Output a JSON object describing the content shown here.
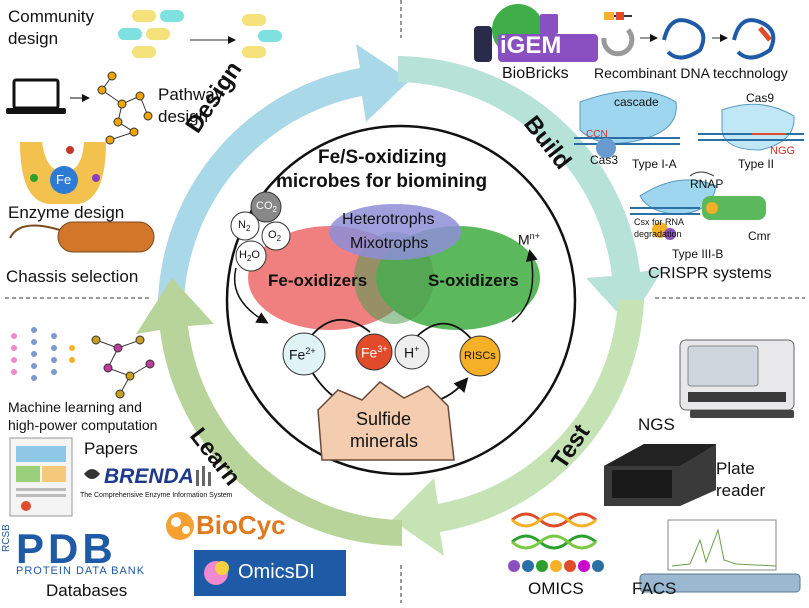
{
  "phases": {
    "design": "Design",
    "build": "Build",
    "test": "Test",
    "learn": "Learn"
  },
  "center": {
    "title_line1": "Fe/S-oxidizing",
    "title_line2": "microbes for biomining",
    "heterotrophs": "Heterotrophs",
    "mixotrophs": "Mixotrophs",
    "fe_oxidizers": "Fe-oxidizers",
    "s_oxidizers": "S-oxidizers",
    "co2": "CO",
    "co2_sub": "2",
    "n2": "N",
    "n2_sub": "2",
    "o2": "O",
    "o2_sub": "2",
    "h2o": "H",
    "h2o_sub": "2",
    "h2o_tail": "O",
    "mn": "M",
    "mn_sup": "n+",
    "fe2": "Fe",
    "fe2_sup": "2+",
    "fe3": "Fe",
    "fe3_sup": "3+",
    "h": "H",
    "h_sup": "+",
    "riscs": "RISCs",
    "sulfide_line1": "Sulfide",
    "sulfide_line2": "minerals"
  },
  "design": {
    "community_line1": "Community",
    "community_line2": "design",
    "pathway_line1": "Pathway",
    "pathway_line2": "design",
    "fe_label": "Fe",
    "enzyme": "Enzyme design",
    "chassis": "Chassis selection"
  },
  "build": {
    "igem": "iGEM",
    "biobricks": "BioBricks",
    "recombinant": "Recombinant DNA tecchnology",
    "cascade": "cascade",
    "ccn": "CCN",
    "cas3": "Cas3",
    "type1a": "Type I-A",
    "cas9": "Cas9",
    "ngg": "NGG",
    "type2": "Type II",
    "rnap": "RNAP",
    "csx_line1": "Csx for RNA",
    "csx_line2": "degradation",
    "cmr": "Cmr",
    "type3b": "Type III-B",
    "crispr": "CRISPR systems"
  },
  "test": {
    "ngs": "NGS",
    "plate_line1": "Plate",
    "plate_line2": "reader",
    "omics": "OMICS",
    "facs": "FACS"
  },
  "learn": {
    "ml_line1": "Machine learning and",
    "ml_line2": "high-power computation",
    "papers": "Papers",
    "brenda": "BRENDA",
    "brenda_sub": "The Comprehensive Enzyme Information System",
    "biocyc": "BioCyc",
    "pdb": "PDB",
    "pdb_sub": "PROTEIN DATA BANK",
    "rcsb": "RCSB",
    "omicsdi": "OmicsDI",
    "databases": "Databases"
  },
  "colors": {
    "design_arrow": "#a9d8e8",
    "build_arrow": "#b7e2d8",
    "test_arrow": "#c5e3b5",
    "learn_arrow": "#b9d49a",
    "fe_oval": "#f08080",
    "s_oval": "#5cb85c",
    "hetero_oval": "#8e8ed8",
    "mineral": "#f4cdb0",
    "fe3": "#e04b2a",
    "riscs": "#f5b027",
    "fe2": "#e0f4f6"
  }
}
